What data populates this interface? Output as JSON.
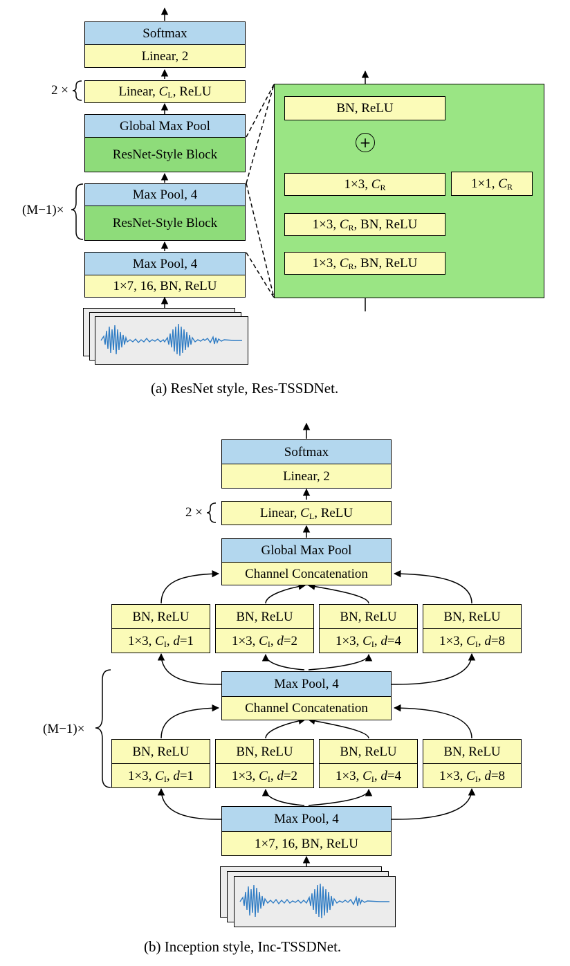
{
  "panel_a": {
    "caption": "(a)  ResNet style, Res-TSSDNet.",
    "softmax": "Softmax",
    "linear2": "Linear, 2",
    "linear_cl_count": "2 ×",
    "linear_cl_pre": "Linear, ",
    "linear_cl_sym": "C",
    "linear_cl_sub": "L",
    "linear_cl_post": ", ReLU",
    "global_max_pool": "Global Max Pool",
    "resnet_block_1": "ResNet-Style Block",
    "repeat_label": "(M−1)×",
    "max_pool_repeat": "Max Pool, 4",
    "resnet_block_2": "ResNet-Style Block",
    "max_pool_first": "Max Pool, 4",
    "conv_first": "1×7, 16, BN, ReLU",
    "block": {
      "bn_relu": "BN, ReLU",
      "conv3_pre": "1×3, ",
      "conv3_sym": "C",
      "conv3_sub": "R",
      "conv1_pre": "1×1, ",
      "conv1_sym": "C",
      "conv1_sub": "R",
      "conv_bn_relu_tail": ", BN, ReLU",
      "add_symbol": "+"
    }
  },
  "panel_b": {
    "caption": "(b)  Inception style, Inc-TSSDNet.",
    "softmax": "Softmax",
    "linear2": "Linear, 2",
    "linear_cl_count": "2 ×",
    "linear_cl_pre": "Linear, ",
    "linear_cl_sym": "C",
    "linear_cl_sub": "L",
    "linear_cl_post": ", ReLU",
    "global_max_pool": "Global Max Pool",
    "channel_concat": "Channel Concatenation",
    "max_pool": "Max Pool, 4",
    "repeat_label": "(M−1)×",
    "conv_first": "1×7, 16, BN, ReLU",
    "branch_bn_relu": "BN, ReLU",
    "branch_conv_pre": "1×3, ",
    "branch_conv_sym": "C",
    "branch_conv_sub": "I",
    "branch_dil_sym": "d",
    "dilations": [
      "=1",
      "=2",
      "=4",
      "=8"
    ]
  },
  "colors": {
    "blue_box": "#b3d7ee",
    "yellow_box": "#fbfbb8",
    "green_box": "#8edc7a",
    "green_panel": "#9ae584",
    "waveform": "#2f7cc4"
  }
}
